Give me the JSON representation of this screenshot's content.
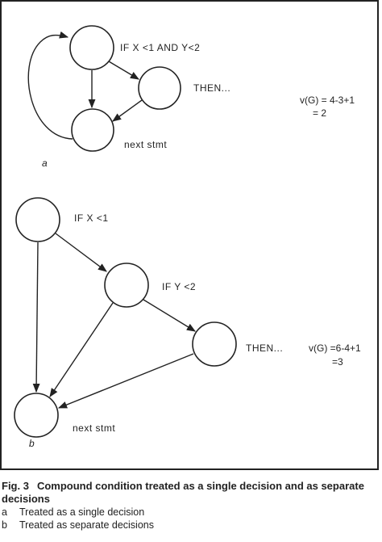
{
  "diagram_a": {
    "label_if": "IF X <1 AND Y<2",
    "label_then": "THEN...",
    "label_next": "next stmt",
    "eq_line1": "v(G) = 4-3+1",
    "eq_line2": "= 2",
    "panel": "a"
  },
  "diagram_b": {
    "label_if_x": "IF X <1",
    "label_if_y": "IF Y <2",
    "label_then": "THEN...",
    "label_next": "next stmt",
    "eq_line1": "v(G) =6-4+1",
    "eq_line2": "=3",
    "panel": "b"
  },
  "caption": {
    "fig_number": "Fig. 3",
    "title": "Compound condition treated as a single decision and as separate decisions",
    "items": [
      {
        "key": "a",
        "text": "Treated as a single decision"
      },
      {
        "key": "b",
        "text": "Treated as separate decisions"
      }
    ]
  }
}
